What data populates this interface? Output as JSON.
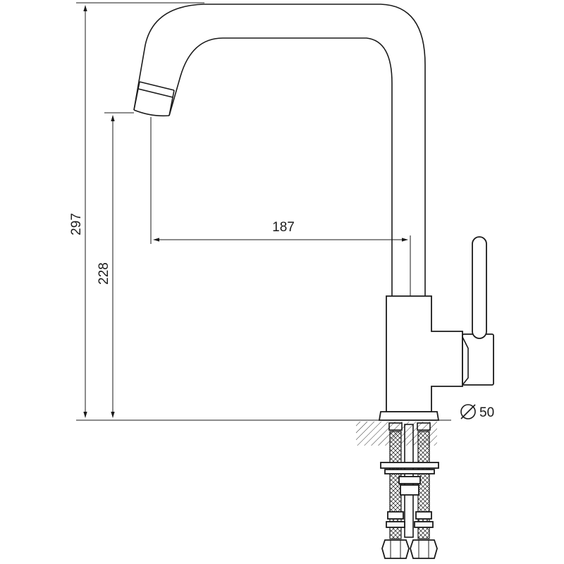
{
  "drawing": {
    "dimensions": {
      "total_height": "297",
      "spout_height": "228",
      "spout_reach": "187",
      "base_diameter": "50"
    },
    "colors": {
      "line": "#1a1a1a",
      "background": "#ffffff"
    }
  }
}
